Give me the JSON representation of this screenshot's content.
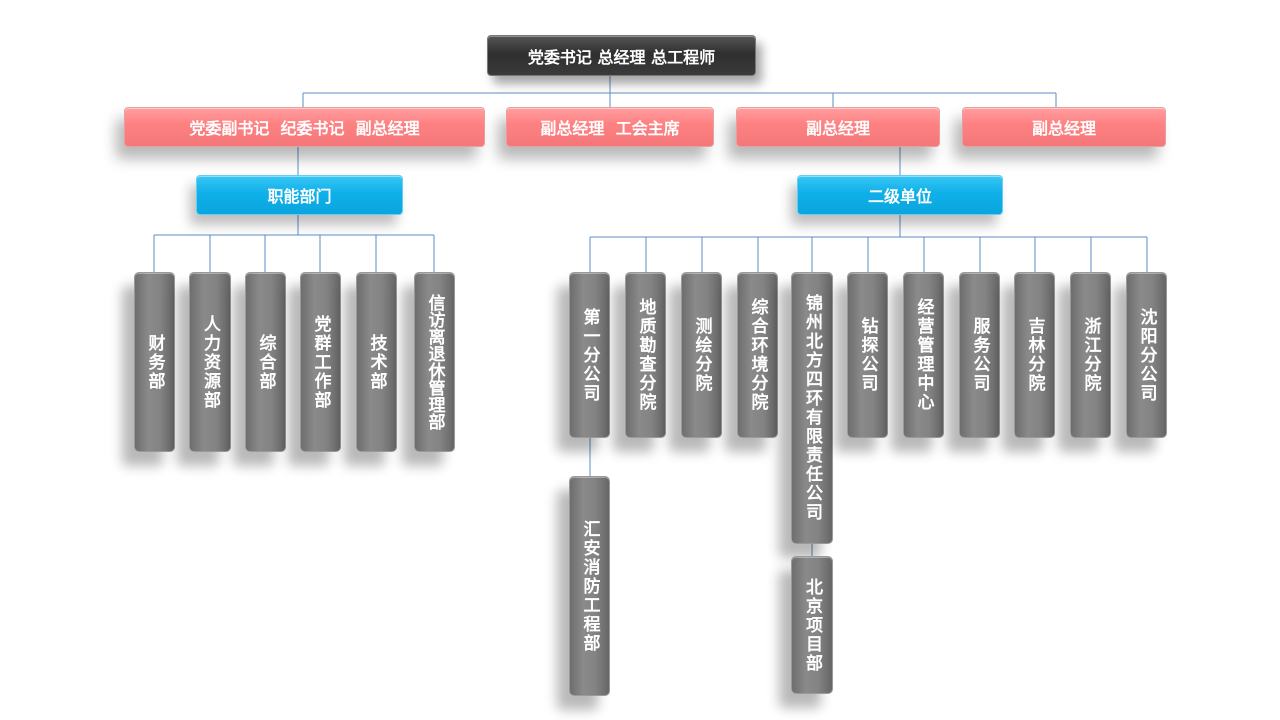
{
  "top_box": {
    "label": "党委书记 总经理 总工程师"
  },
  "leaders": [
    {
      "label": "党委副书记  纪委书记  副总经理"
    },
    {
      "label": "副总经理  工会主席"
    },
    {
      "label": "副总经理"
    },
    {
      "label": "副总经理"
    }
  ],
  "groups": {
    "functional": {
      "label": "职能部门"
    },
    "secondary": {
      "label": "二级单位"
    }
  },
  "functional_departments": [
    {
      "label": "财务部"
    },
    {
      "label": "人力资源部"
    },
    {
      "label": "综合部"
    },
    {
      "label": "党群工作部"
    },
    {
      "label": "技术部"
    },
    {
      "label": "信访离退休管理部"
    }
  ],
  "secondary_units": [
    {
      "label": "第一分公司"
    },
    {
      "label": "地质勘查分院"
    },
    {
      "label": "测绘分院"
    },
    {
      "label": "综合环境分院"
    },
    {
      "label": "锦州北方四环有限责任公司"
    },
    {
      "label": "钻探公司"
    },
    {
      "label": "经营管理中心"
    },
    {
      "label": "服务公司"
    },
    {
      "label": "吉林分院"
    },
    {
      "label": "浙江分院"
    },
    {
      "label": "沈阳分公司"
    }
  ],
  "sub_units": [
    {
      "label": "汇安消防工程部"
    },
    {
      "label": "北京项目部"
    }
  ],
  "colors": {
    "top": "#3a3a3a",
    "leader": "#ff8283",
    "group": "#0fb0e9",
    "unit": "#808080",
    "connector": "#5b8fc7"
  }
}
